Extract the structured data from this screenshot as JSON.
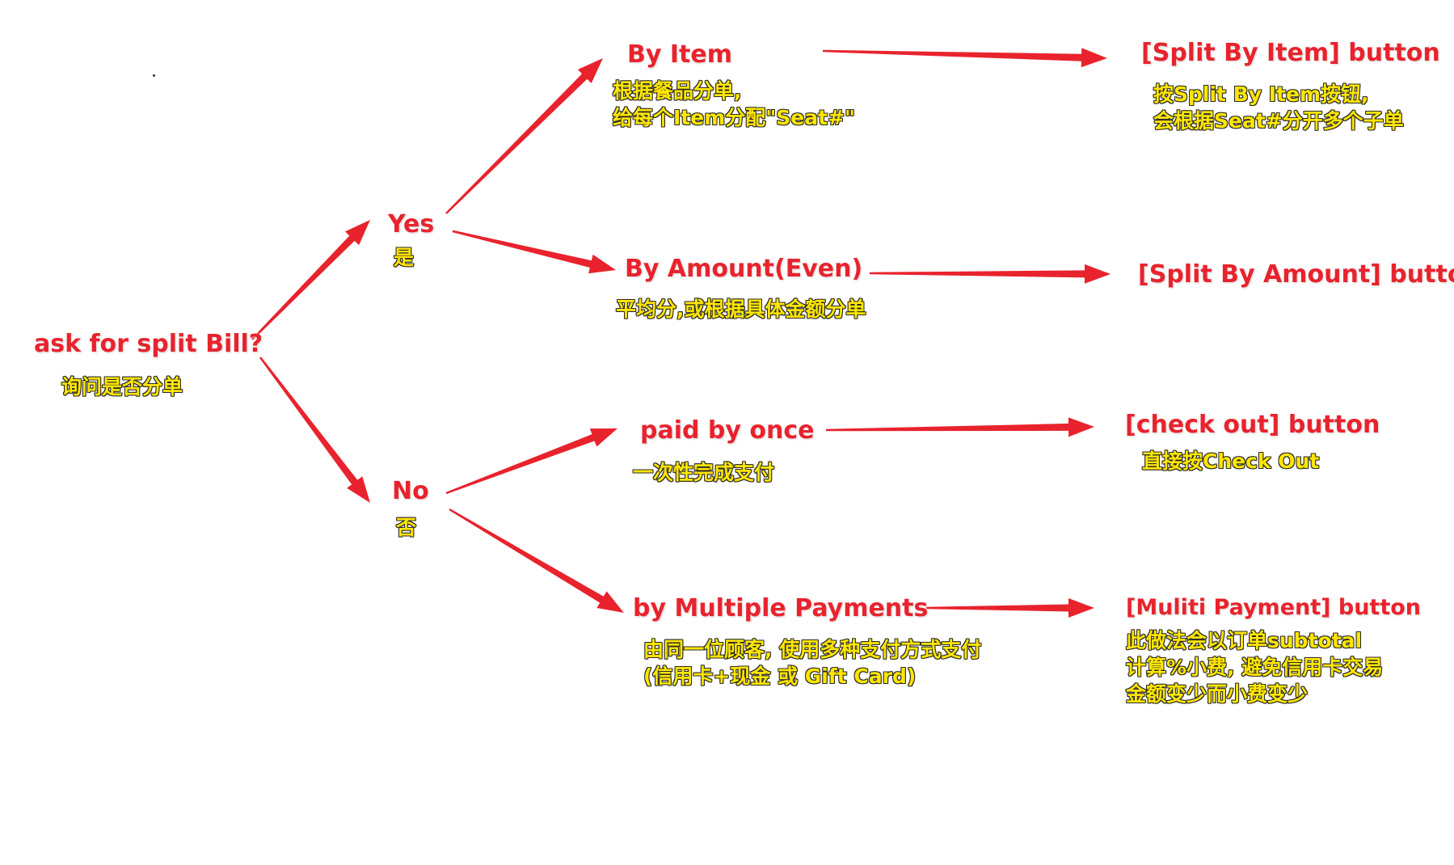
{
  "colors": {
    "accent": "#e8232d",
    "note": "#ffe600",
    "note_outline": "#2a2a2a"
  },
  "root": {
    "label": "ask for split Bill?",
    "note": [
      "询问是否分单"
    ]
  },
  "yes": {
    "label": "Yes",
    "note": [
      "是"
    ]
  },
  "no": {
    "label": "No",
    "note": [
      "否"
    ]
  },
  "by_item": {
    "label": "By Item",
    "note": [
      "根据餐品分单,",
      "给每个Item分配\"Seat#\""
    ]
  },
  "by_amount": {
    "label": "By Amount(Even)",
    "note": [
      "平均分,或根据具体金额分单"
    ]
  },
  "paid_once": {
    "label": "paid by once",
    "note": [
      "一次性完成支付"
    ]
  },
  "multi_pay": {
    "label": "by Multiple Payments",
    "note": [
      "由同一位顾客, 使用多种支付方式支付",
      "(信用卡+现金 或 Gift Card)"
    ]
  },
  "split_item_btn": {
    "label": "[Split By Item] button",
    "note": [
      "按Split By Item按钮,",
      "会根据Seat#分开多个子单"
    ]
  },
  "split_amount_btn": {
    "label": "[Split By Amount] button",
    "note": []
  },
  "checkout_btn": {
    "label": "[check out] button",
    "note": [
      "直接按Check Out"
    ]
  },
  "multi_pay_btn": {
    "label": "[Muliti Payment] button",
    "note": [
      "此做法会以订单subtotal",
      "计算%小费, 避免信用卡交易",
      "金额变少而小费变少"
    ]
  }
}
